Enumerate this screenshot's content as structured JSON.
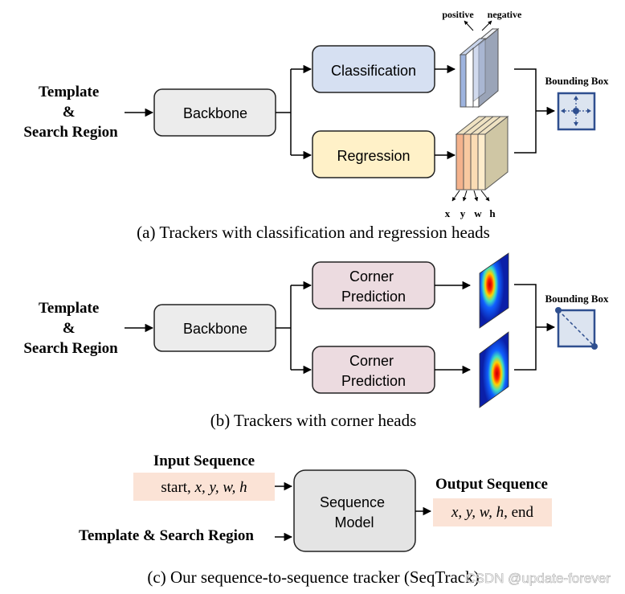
{
  "panel_a": {
    "input_line1": "Template",
    "input_line2": "&",
    "input_line3": "Search Region",
    "backbone": "Backbone",
    "classification": "Classification",
    "regression": "Regression",
    "cls_labels": [
      "positive",
      "negative"
    ],
    "reg_labels": [
      "x",
      "y",
      "w",
      "h"
    ],
    "output_label": "Bounding Box",
    "caption": "(a) Trackers with classification and regression heads"
  },
  "panel_b": {
    "input_line1": "Template",
    "input_line2": "&",
    "input_line3": "Search Region",
    "backbone": "Backbone",
    "head1_line1": "Corner",
    "head1_line2": "Prediction",
    "head2_line1": "Corner",
    "head2_line2": "Prediction",
    "output_label": "Bounding Box",
    "caption": "(b) Trackers with corner heads"
  },
  "panel_c": {
    "input_seq_title": "Input Sequence",
    "input_seq_prefix": "start, ",
    "input_seq_vars": "x, y, w, h",
    "template_label": "Template & Search Region",
    "model_line1": "Sequence",
    "model_line2": "Model",
    "output_seq_title": "Output Sequence",
    "output_seq_vars": "x, y, w, h",
    "output_seq_suffix": ", end",
    "caption": "(c) Our sequence-to-sequence tracker (SeqTrack)"
  },
  "watermark": "CSDN @update-forever",
  "colors": {
    "backbone_fill": "#ececec",
    "classification_fill": "#d6e0f2",
    "regression_fill": "#fff1c8",
    "corner_fill": "#ecdbe0",
    "model_fill": "#e4e4e4",
    "sequence_fill": "#fbe3d6",
    "bbox_fill": "#dce4f0",
    "bbox_stroke": "#2f4f8f"
  }
}
